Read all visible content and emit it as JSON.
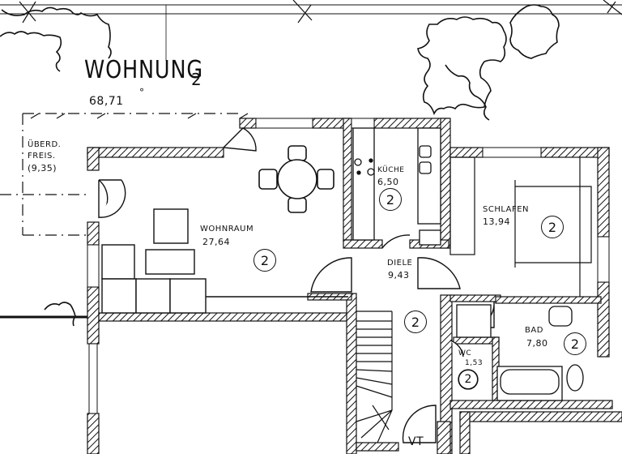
{
  "plan": {
    "title": "WOHNUNG",
    "unit_number": "2",
    "total_area": "68,71",
    "total_area_mark": "°",
    "colors": {
      "ink": "#111111",
      "paper": "#ffffff"
    }
  },
  "terrace": {
    "label_line1": "ÜBERD.",
    "label_line2": "FREIS.",
    "area": "(9,35)"
  },
  "rooms": [
    {
      "id": "wohnraum",
      "name": "WOHNRAUM",
      "area": "27,64",
      "unit": "2"
    },
    {
      "id": "kueche",
      "name": "KÜCHE",
      "area": "6,50",
      "unit": "2"
    },
    {
      "id": "schlafen",
      "name": "SCHLAFEN",
      "area": "13,94",
      "unit": "2"
    },
    {
      "id": "diele",
      "name": "DIELE",
      "area": "9,43",
      "unit": "2"
    },
    {
      "id": "bad",
      "name": "BAD",
      "area": "7,80",
      "unit": "2"
    },
    {
      "id": "wc",
      "name": "WC",
      "area": "1,53",
      "unit": "2"
    }
  ],
  "stair_landing": {
    "label": "VT"
  },
  "stair_unit": "2"
}
